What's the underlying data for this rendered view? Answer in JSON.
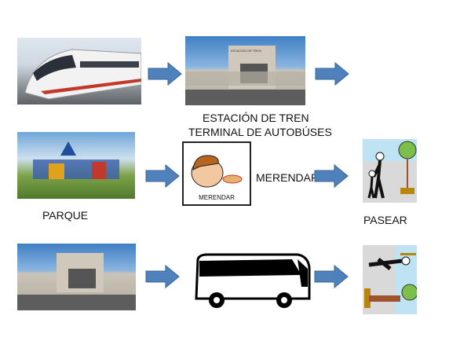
{
  "rows": [
    {
      "captions": {
        "station": [
          "ESTACIÓN DE TREN",
          "TERMINAL DE AUTOBÚSES"
        ]
      }
    },
    {
      "captions": {
        "park": "PARQUE",
        "snack": "MERENDAR",
        "snack_card": "MERENDAR",
        "walk": "PASEAR"
      }
    },
    {
      "captions": {}
    }
  ],
  "photo_signs": {
    "station": "ESTACIÓN DE TREN"
  },
  "colors": {
    "arrow": "#4f81bd",
    "arrow_border": "#3a6594"
  }
}
